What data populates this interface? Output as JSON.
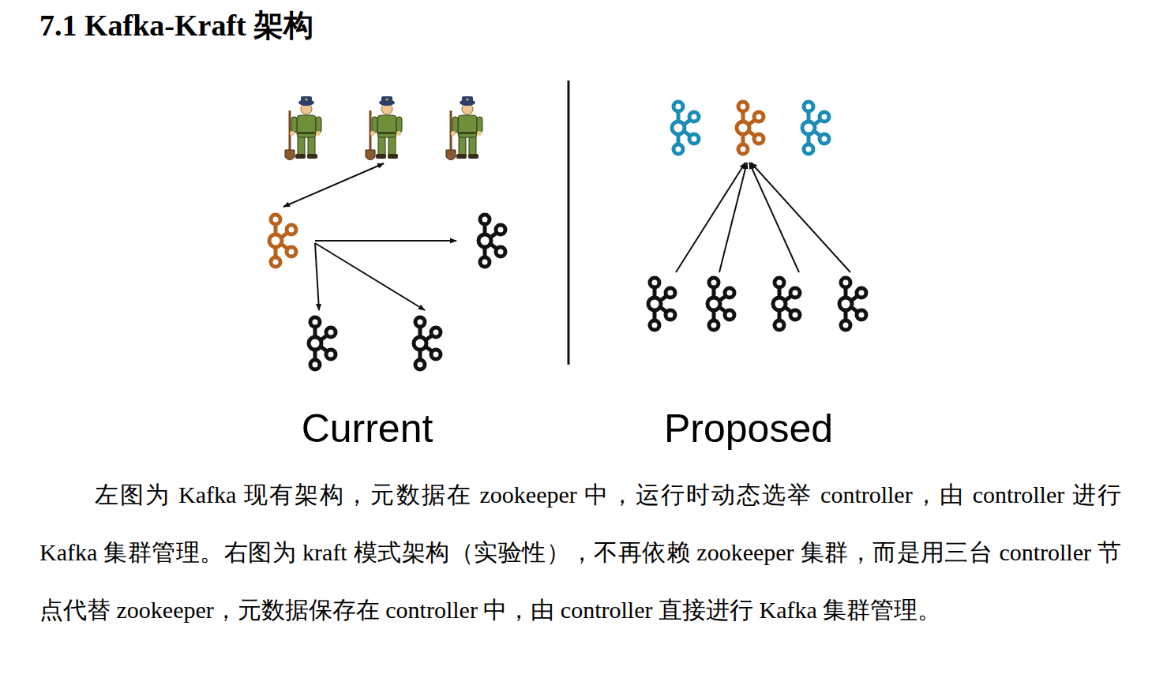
{
  "diagram": {
    "title": "7.1 Kafka-Kraft 架构",
    "labels": [
      "Current",
      "Proposed",
      "左图为 Kafka 现有架构，元数据在 zookeeper 中，运行时动态选举 controller，由 controller 进行 Kafka 集群管理。右图为 kraft 模式架构（实验性），不再依赖 zookeeper 集群，而是用三台 controller 节点代替 zookeeper，元数据保存在 controller 中，由 controller 直接进行 Kafka 集群管理。"
    ]
  }
}
